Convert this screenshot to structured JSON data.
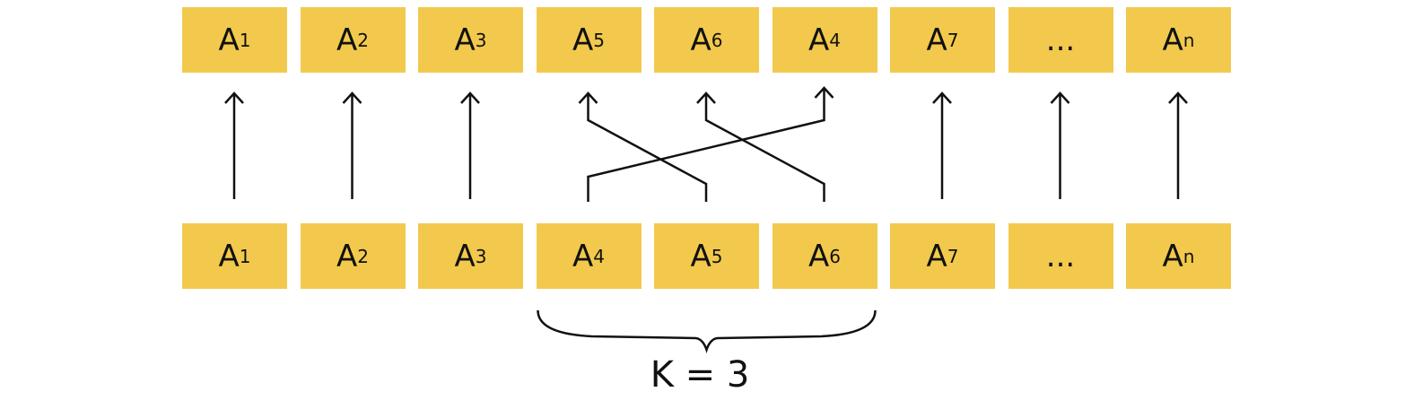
{
  "top_row": [
    {
      "base": "A",
      "sub": "1"
    },
    {
      "base": "A",
      "sub": "2"
    },
    {
      "base": "A",
      "sub": "3"
    },
    {
      "base": "A",
      "sub": "5"
    },
    {
      "base": "A",
      "sub": "6"
    },
    {
      "base": "A",
      "sub": "4"
    },
    {
      "base": "A",
      "sub": "7"
    },
    {
      "base": "...",
      "sub": ""
    },
    {
      "base": "A",
      "sub": "n"
    }
  ],
  "bottom_row": [
    {
      "base": "A",
      "sub": "1"
    },
    {
      "base": "A",
      "sub": "2"
    },
    {
      "base": "A",
      "sub": "3"
    },
    {
      "base": "A",
      "sub": "4"
    },
    {
      "base": "A",
      "sub": "5"
    },
    {
      "base": "A",
      "sub": "6"
    },
    {
      "base": "A",
      "sub": "7"
    },
    {
      "base": "...",
      "sub": ""
    },
    {
      "base": "A",
      "sub": "n"
    }
  ],
  "mapping": [
    0,
    1,
    2,
    5,
    3,
    4,
    6,
    7,
    8
  ],
  "brace_label": "K = 3",
  "colors": {
    "box": "#f2c94c",
    "line": "#111111"
  }
}
